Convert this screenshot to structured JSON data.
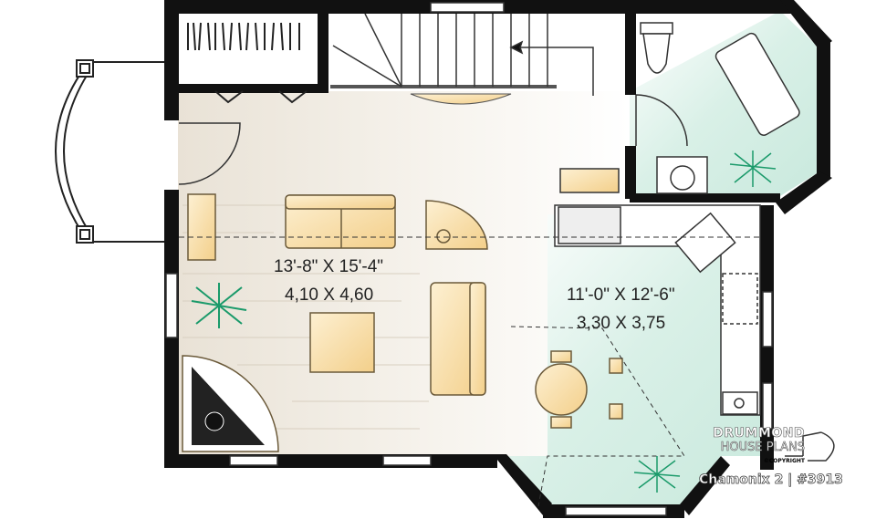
{
  "living_room": {
    "dimensions_imperial": "13'-8\" X 15'-4\"",
    "dimensions_metric": "4,10 X 4,60"
  },
  "kitchen": {
    "dimensions_imperial": "11'-0\" X 12'-6\"",
    "dimensions_metric": "3,30 X 3,75"
  },
  "branding": {
    "line1": "DRUMMOND",
    "line2": "HOUSE PLANS",
    "copyright": "©COPYRIGHT"
  },
  "caption": "Chamonix 2 | #3913",
  "colors": {
    "wall": "#111111",
    "furniture": "#f8dfa8",
    "kitchen_floor": "#d6efe6",
    "living_floor": "#efe9df"
  }
}
